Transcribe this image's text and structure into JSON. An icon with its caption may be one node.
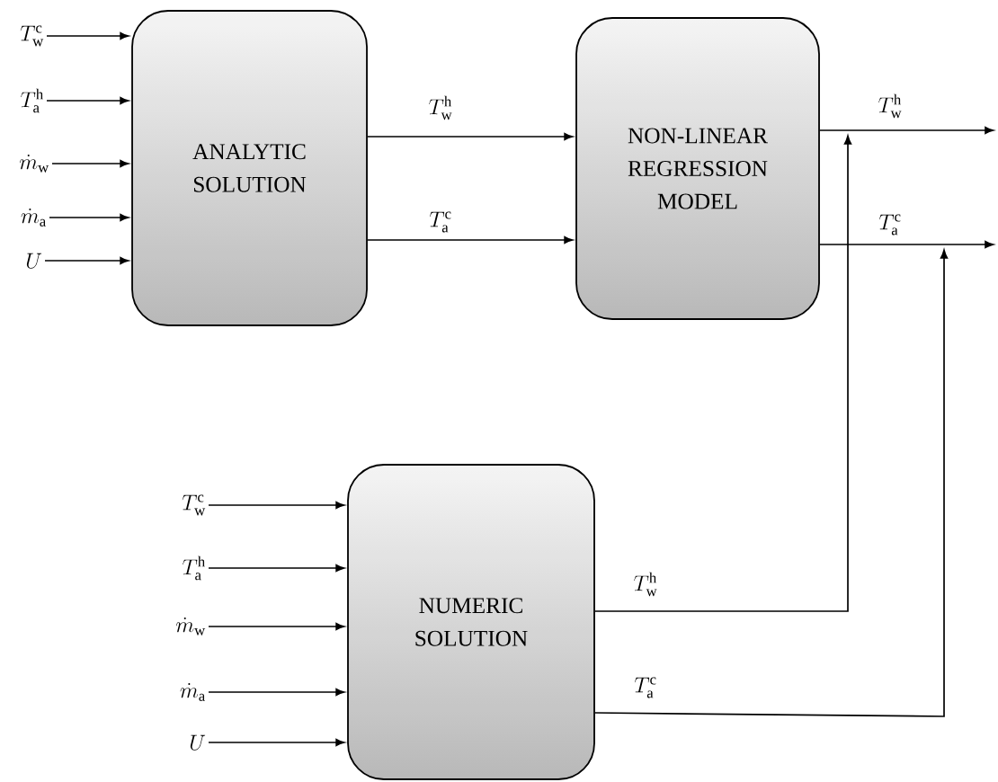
{
  "diagram": {
    "nodes": [
      {
        "text": [
          "ANALYTIC SOLUTION"
        ]
      },
      {
        "text": [
          "NON-LINEAR REGRESSION MODEL"
        ]
      },
      {
        "text": [
          "NUMERIC SOLUTION"
        ]
      },
      {
        "text": [
          "T_{\\mathrm{w}}^{\\mathrm{c}}"
        ]
      },
      {
        "text": [
          "T_{\\mathrm{a}}^{\\mathrm{h}}"
        ]
      },
      {
        "text": [
          "\\dot{m}_{\\mathrm{w}}"
        ]
      },
      {
        "text": [
          "\\dot{m}_{\\mathrm{a}}"
        ]
      },
      {
        "text": [
          "U"
        ]
      },
      {
        "text": [
          "T_{\\mathrm{w}}^{\\mathrm{c}}"
        ]
      },
      {
        "text": [
          "T_{\\mathrm{a}}^{\\mathrm{h}}"
        ]
      },
      {
        "text": [
          "\\dot{m}_{\\mathrm{w}}"
        ]
      },
      {
        "text": [
          "\\dot{m}_{\\mathrm{a}}"
        ]
      },
      {
        "text": [
          "U"
        ]
      }
    ],
    "edges": [
      {
        "from": 3,
        "to": 0,
        "arrow": "to"
      },
      {
        "from": 4,
        "to": 0,
        "arrow": "to"
      },
      {
        "from": 5,
        "to": 0,
        "arrow": "to"
      },
      {
        "from": 6,
        "to": 0,
        "arrow": "to"
      },
      {
        "from": 7,
        "to": 0,
        "arrow": "to"
      },
      {
        "from": 8,
        "to": 2,
        "arrow": "to"
      },
      {
        "from": 9,
        "to": 2,
        "arrow": "to"
      },
      {
        "from": 10,
        "to": 2,
        "arrow": "to"
      },
      {
        "from": 11,
        "to": 2,
        "arrow": "to"
      },
      {
        "from": 12,
        "to": 2,
        "arrow": "to"
      },
      {
        "from": 0,
        "to": 1,
        "arrow": "to",
        "label": "T_{\\mathrm{w}}^{\\mathrm{h}}"
      },
      {
        "from": 0,
        "to": 1,
        "arrow": "to",
        "label": "T_{\\mathrm{a}}^{\\mathrm{c}}"
      },
      {
        "from": 1,
        "to": null,
        "arrow": "to",
        "label": "T_{\\mathrm{w}}^{\\mathrm{h}}"
      },
      {
        "from": 1,
        "to": null,
        "arrow": "to",
        "label": "T_{\\mathrm{a}}^{\\mathrm{c}}"
      },
      {
        "from": 2,
        "to": null,
        "arrow": "to",
        "label": "T_{\\mathrm{w}}^{\\mathrm{h}}"
      },
      {
        "from": 2,
        "to": null,
        "arrow": "to",
        "label": "T_{\\mathrm{a}}^{\\mathrm{c}}"
      }
    ]
  }
}
